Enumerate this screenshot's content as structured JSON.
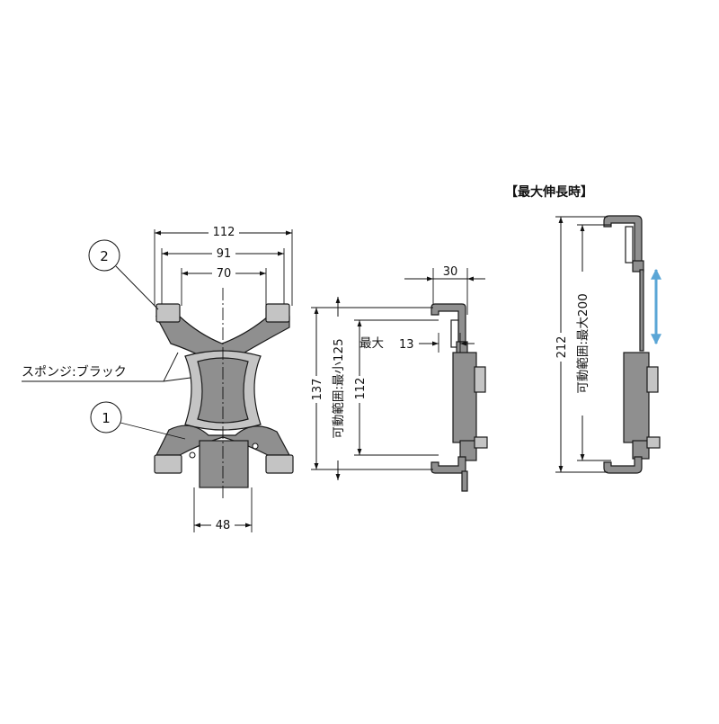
{
  "front_view": {
    "dim_overall_width": "112",
    "dim_mid_width": "91",
    "dim_inner_width": "70",
    "dim_base_width": "48",
    "callout_2": "2",
    "callout_1": "1",
    "sponge_label": "スポンジ:ブラック"
  },
  "side_view": {
    "dim_depth": "30",
    "max_label": "最大",
    "max_value": "13",
    "dim_height_outer": "137",
    "dim_height_inner": "112",
    "range_label": "可動範囲:最小125"
  },
  "extended_view": {
    "title": "【最大伸長時】",
    "dim_height": "212",
    "range_label": "可動範囲:最大200"
  },
  "colors": {
    "part_fill": "#8f8f8f",
    "part_light": "#c4c4c4",
    "arrow_blue": "#5aa6d6",
    "line": "#111111"
  }
}
